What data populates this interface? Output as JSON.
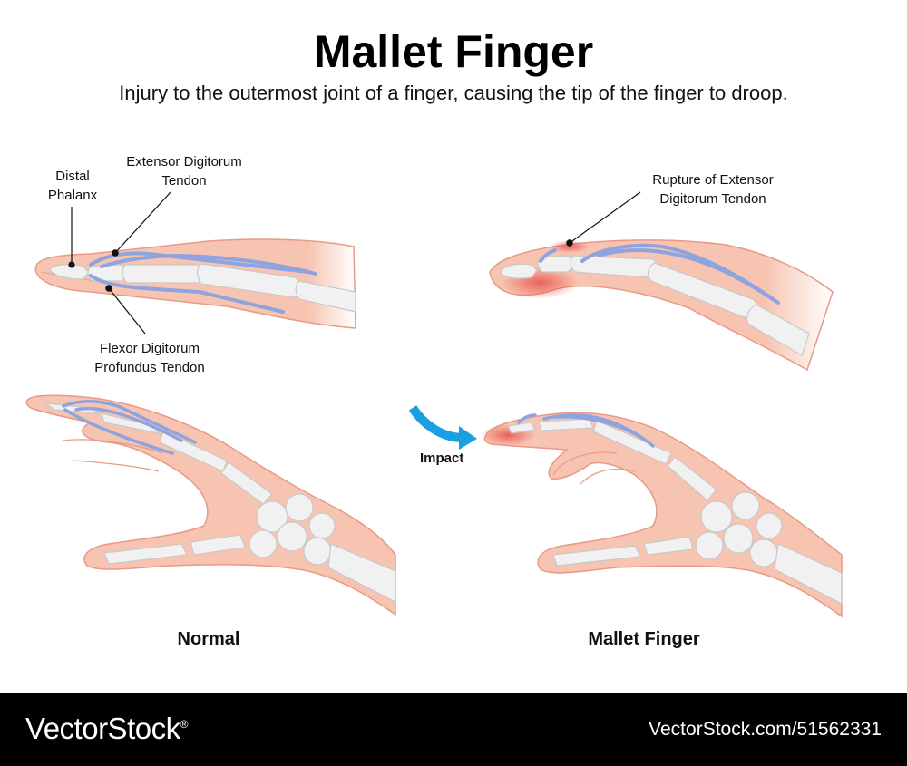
{
  "title": "Mallet Finger",
  "subtitle": "Injury to the outermost joint of a finger, causing the tip of the finger to droop.",
  "labels": {
    "distal_phalanx": "Distal\nPhalanx",
    "extensor_tendon": "Extensor Digitorum\nTendon",
    "flexor_tendon": "Flexor Digitorum\nProfundus Tendon",
    "rupture": "Rupture of Extensor\nDigitorum Tendon",
    "impact": "Impact"
  },
  "captions": {
    "normal": "Normal",
    "mallet": "Mallet Finger"
  },
  "footer": {
    "brand": "VectorStock",
    "registered": "®",
    "image_id": "VectorStock.com/51562331"
  },
  "colors": {
    "skin": "#f6c4b0",
    "skin_dark": "#e89a86",
    "bone": "#f1f1f1",
    "tendon": "#8ea4e0",
    "injury": "#e8504a",
    "impact_arrow": "#1aa0e0"
  }
}
